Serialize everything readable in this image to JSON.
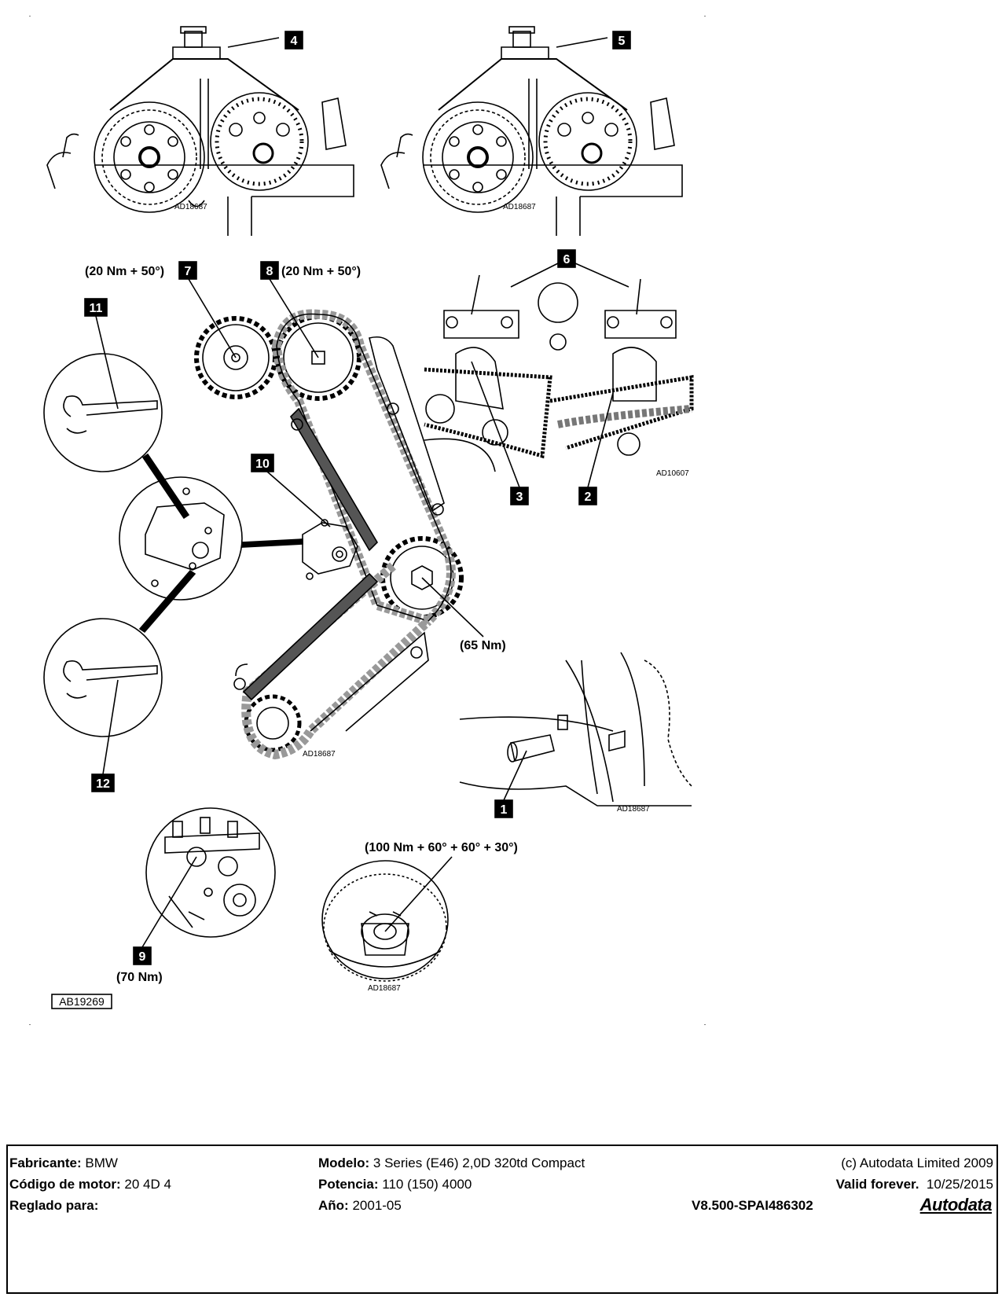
{
  "callouts": {
    "c1": "1",
    "c2": "2",
    "c3": "3",
    "c4": "4",
    "c5": "5",
    "c6": "6",
    "c7": "7",
    "c8": "8",
    "c9": "9",
    "c10": "10",
    "c11": "11",
    "c12": "12"
  },
  "torque": {
    "t7": "(20 Nm + 50°)",
    "t8": "(20 Nm + 50°)",
    "t_crank": "(65 Nm)",
    "t9": "(70 Nm)",
    "t_pulley": "(100 Nm + 60° + 60° + 30°)"
  },
  "refs": {
    "r_top_left": "AD18687",
    "r_top_right": "AD18687",
    "r_gears": "AD10607",
    "r_chain": "AD18687",
    "r_flywheel": "AD18687",
    "r_pulley": "AD18687",
    "r_drawing": "AB19269"
  },
  "footer": {
    "fabricante_label": "Fabricante:",
    "fabricante_value": "BMW",
    "codigo_label": "Código de motor:",
    "codigo_value": "20 4D 4",
    "reglado_label": "Reglado para:",
    "modelo_label": "Modelo:",
    "modelo_value": "3 Series (E46) 2,0D 320td Compact",
    "potencia_label": "Potencia:",
    "potencia_value": "110 (150) 4000",
    "ano_label": "Año:",
    "ano_value": "2001-05",
    "copyright": "(c) Autodata Limited 2009",
    "valid_label": "Valid forever.",
    "date": "10/25/2015",
    "version": "V8.500-SPAI486302",
    "brand": "Autodata"
  }
}
